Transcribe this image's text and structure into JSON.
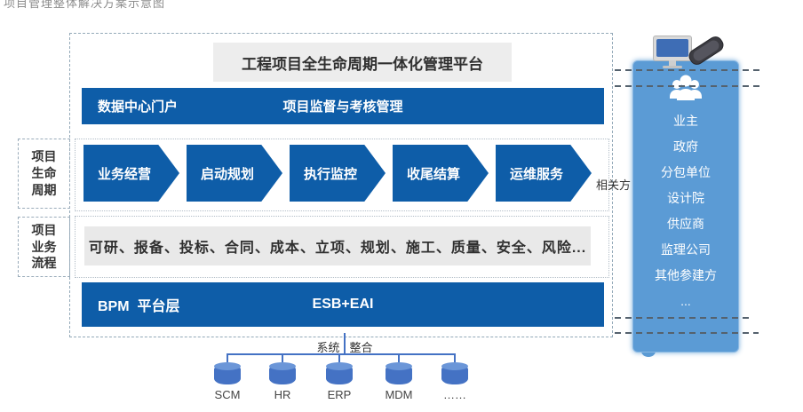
{
  "page": {
    "caption_clipped": "项目管理整体解决方案示意图"
  },
  "platform": {
    "title": "工程项目全生命周期一体化管理平台",
    "portal_bar": {
      "left": "数据中心门户",
      "center": "项目监督与考核管理"
    },
    "lifecycle": {
      "label": "项目\n生命\n周期",
      "stages": [
        "业务经营",
        "启动规划",
        "执行监控",
        "收尾结算",
        "运维服务"
      ]
    },
    "business": {
      "label": "项目\n业务\n流程",
      "processes": "可研、报备、投标、合同、成本、立项、规划、施工、质量、安全、风险..."
    },
    "bpm_bar": {
      "left": "BPM  平台层",
      "center": "ESB+EAI"
    }
  },
  "stakeholders": {
    "tag": "相关方",
    "items": [
      "业主",
      "政府",
      "分包单位",
      "设计院",
      "供应商",
      "监理公司",
      "其他参建方",
      "..."
    ]
  },
  "integration": {
    "label_part1": "系统",
    "label_part2": "整合",
    "systems": [
      "SCM",
      "HR",
      "ERP",
      "MDM",
      "……"
    ]
  },
  "icons": {
    "monitor": "monitor-icon",
    "smartphone": "smartphone-icon",
    "group": "stakeholders-group-icon",
    "database": "database-cylinder-icon"
  },
  "colors": {
    "dark_blue": "#0e5da8",
    "panel_blue": "#5b9bd5",
    "cylinder_blue": "#4472c4",
    "gray_box": "#ededed",
    "process_gray": "#e9e9e9"
  }
}
